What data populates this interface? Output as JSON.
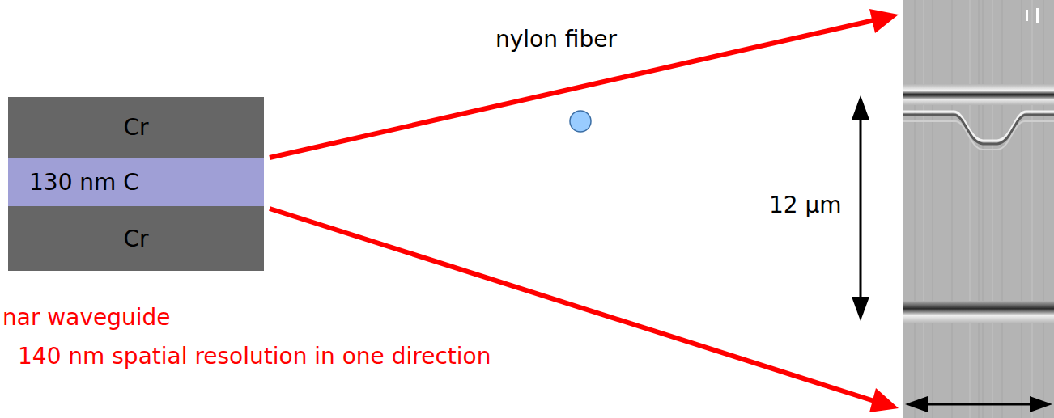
{
  "diagram": {
    "nodes": [
      {
        "text": [
          "Cr"
        ]
      },
      {
        "text": [
          "130 nm C"
        ]
      },
      {
        "text": [
          "Cr"
        ]
      }
    ],
    "labels": [
      "nylon fiber",
      "12 µm",
      "nar waveguide",
      "140 nm spatial resolution in one direction"
    ]
  }
}
